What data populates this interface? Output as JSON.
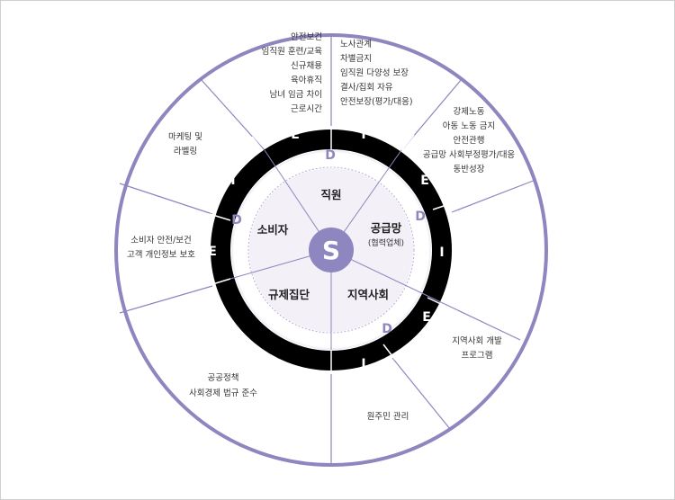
{
  "colors": {
    "accent": "#8d86bf",
    "outer_fill": "#ffffff",
    "inner_fill": "#f3f0f8",
    "black_ring": "#000000",
    "divider": "#8d86bf"
  },
  "center": {
    "letter": "S"
  },
  "outer_sectors": [
    {
      "lines": [
        "안전보건",
        "임직원 훈련/교육",
        "신규채용",
        "육아휴직",
        "남녀 임금 차이",
        "근로시간"
      ]
    },
    {
      "lines": [
        "노사관계",
        "차별금지",
        "임직원 다양성 보장",
        "결사/집회 자유",
        "안전보장(평가/대응)"
      ]
    },
    {
      "lines": [
        "강제노동",
        "아동 노동 금지",
        "안전관행",
        "공급망 사회부정평가/대응",
        "동반성장"
      ]
    },
    {
      "lines": [
        "지역사회 개발",
        "프로그램"
      ]
    },
    {
      "lines": [
        "원주민 관리"
      ]
    },
    {
      "lines": [
        "공공정책",
        "사회경제 법규 준수"
      ]
    },
    {
      "lines": [
        "소비자 안전/보건",
        "고객 개인정보 보호"
      ]
    },
    {
      "lines": [
        "마케팅 및",
        "라벨링"
      ]
    }
  ],
  "ring_letters": [
    "E",
    "I",
    "E",
    "I",
    "E",
    "I",
    "E",
    "I"
  ],
  "d_letters": [
    "D",
    "D",
    "D",
    "D"
  ],
  "stakeholders": [
    {
      "name": "직원",
      "sub": ""
    },
    {
      "name": "공급망",
      "sub": "(협력업체)"
    },
    {
      "name": "지역사회",
      "sub": ""
    },
    {
      "name": "규제집단",
      "sub": ""
    },
    {
      "name": "소비자",
      "sub": ""
    }
  ]
}
